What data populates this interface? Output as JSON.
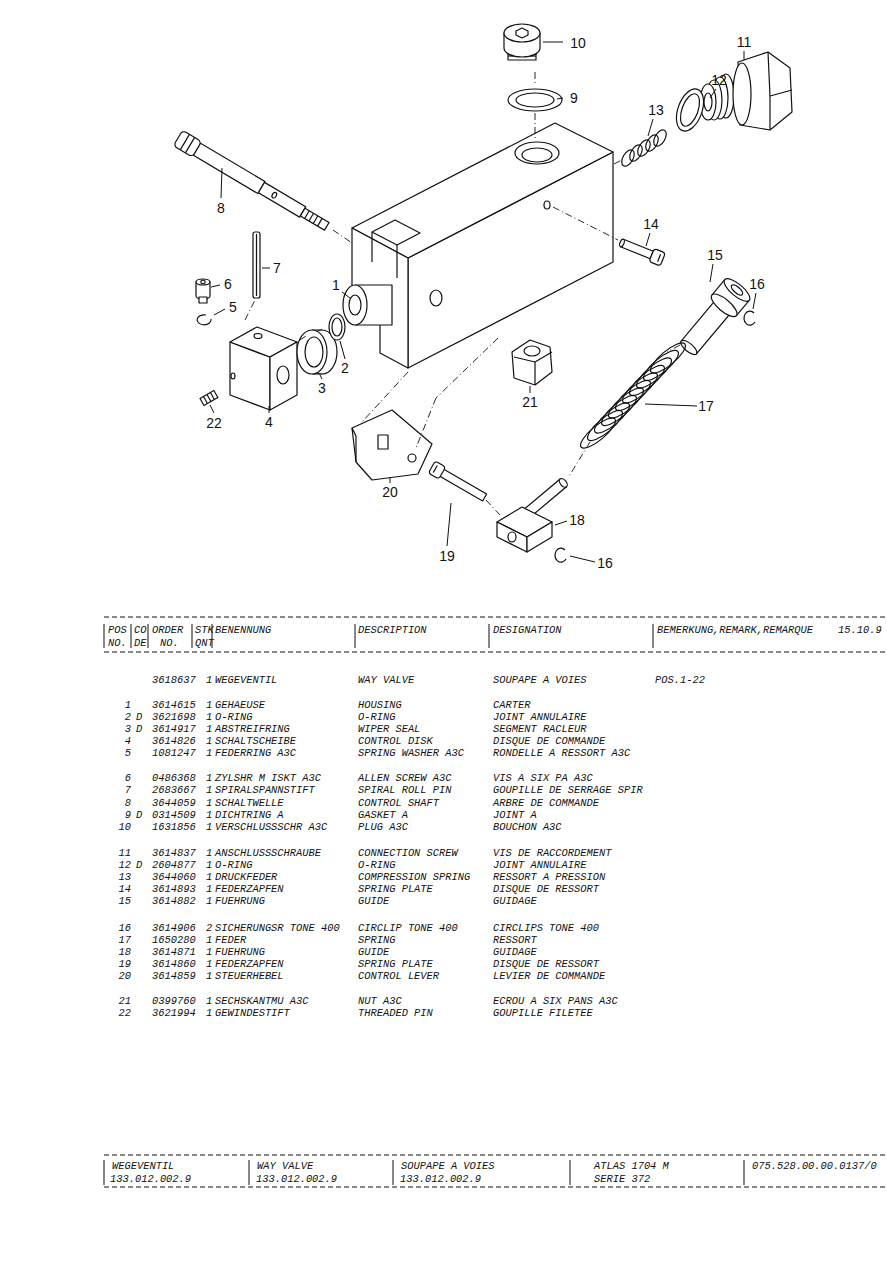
{
  "diagram": {
    "labels": [
      "10",
      "11",
      "12",
      "9",
      "13",
      "8",
      "14",
      "15",
      "16",
      "7",
      "6",
      "5",
      "1",
      "22",
      "4",
      "3",
      "2",
      "21",
      "17",
      "20",
      "18",
      "19",
      "16",
      "POS",
      "CO",
      "ORDER",
      "STK",
      "BENENNUNG",
      "DESCRIPTION",
      "DESIGNATION",
      "BEMERKUNG,REMARK,REMARQUE",
      "15.10.9",
      "NO.",
      "DE",
      "NO.",
      "QNT",
      "3618637",
      "1",
      "WEGEVENTIL",
      "WAY VALVE",
      "SOUPAPE A VOIES",
      "POS.1-22",
      "1",
      "3614615",
      "1",
      "GEHAEUSE",
      "HOUSING",
      "CARTER",
      "2",
      "D",
      "3621698",
      "1",
      "O-RING",
      "O-RING",
      "JOINT ANNULAIRE",
      "3",
      "D",
      "3614917",
      "1",
      "ABSTREIFRING",
      "WIPER SEAL",
      "SEGMENT RACLEUR",
      "4",
      "3614826",
      "1",
      "SCHALTSCHEIBE",
      "CONTROL DISK",
      "DISQUE DE COMMANDE",
      "5",
      "1081247",
      "1",
      "FEDERRING A3C",
      "SPRING WASHER A3C",
      "RONDELLE A RESSORT A3C",
      "6",
      "0486368",
      "1",
      "ZYLSHR M ISKT A3C",
      "ALLEN SCREW A3C",
      "VIS A SIX PA A3C",
      "7",
      "2683667",
      "1",
      "SPIRALSPANNSTIFT",
      "SPIRAL ROLL PIN",
      "GOUPILLE DE SERRAGE SPIR",
      "8",
      "3644059",
      "1",
      "SCHALTWELLE",
      "CONTROL SHAFT",
      "ARBRE DE COMMANDE",
      "9",
      "D",
      "0314509",
      "1",
      "DICHTRING A",
      "GASKET A",
      "JOINT A",
      "10",
      "1631856",
      "1",
      "VERSCHLUSSSCHR A3C",
      "PLUG A3C",
      "BOUCHON A3C",
      "11",
      "3614837",
      "1",
      "ANSCHLUSSSCHRAUBE",
      "CONNECTION SCREW",
      "VIS DE RACCORDEMENT",
      "12",
      "D",
      "2604877",
      "1",
      "O-RING",
      "O-RING",
      "JOINT ANNULAIRE",
      "13",
      "3644060",
      "1",
      "DRUCKFEDER",
      "COMPRESSION SPRING",
      "RESSORT A PRESSION",
      "14",
      "3614893",
      "1",
      "FEDERZAPFEN",
      "SPRING PLATE",
      "DISQUE DE RESSORT",
      "15",
      "3614882",
      "1",
      "FUEHRUNG",
      "GUIDE",
      "GUIDAGE",
      "16",
      "3614906",
      "2",
      "SICHERUNGSR TONE 400",
      "CIRCLIP TONE 400",
      "CIRCLIPS TONE 400",
      "17",
      "1650280",
      "1",
      "FEDER",
      "SPRING",
      "RESSORT",
      "18",
      "3614871",
      "1",
      "FUEHRUNG",
      "GUIDE",
      "GUIDAGE",
      "19",
      "3614860",
      "1",
      "FEDERZAPFEN",
      "SPRING PLATE",
      "DISQUE DE RESSORT",
      "20",
      "3614859",
      "1",
      "STEUERHEBEL",
      "CONTROL LEVER",
      "LEVIER DE COMMANDE",
      "21",
      "0399760",
      "1",
      "SECHSKANTMU A3C",
      "NUT A3C",
      "ECROU A SIX PANS A3C",
      "22",
      "3621994",
      "1",
      "GEWINDESTIFT",
      "THREADED PIN",
      "GOUPILLE FILETEE",
      "WEGEVENTIL",
      "133.012.002.9",
      "WAY VALVE",
      "133.012.002.9",
      "SOUPAPE A VOIES",
      "133.012.002.9",
      "ATLAS 1704 M",
      "SERIE 372",
      "075.528.00.00.0137/0"
    ]
  }
}
